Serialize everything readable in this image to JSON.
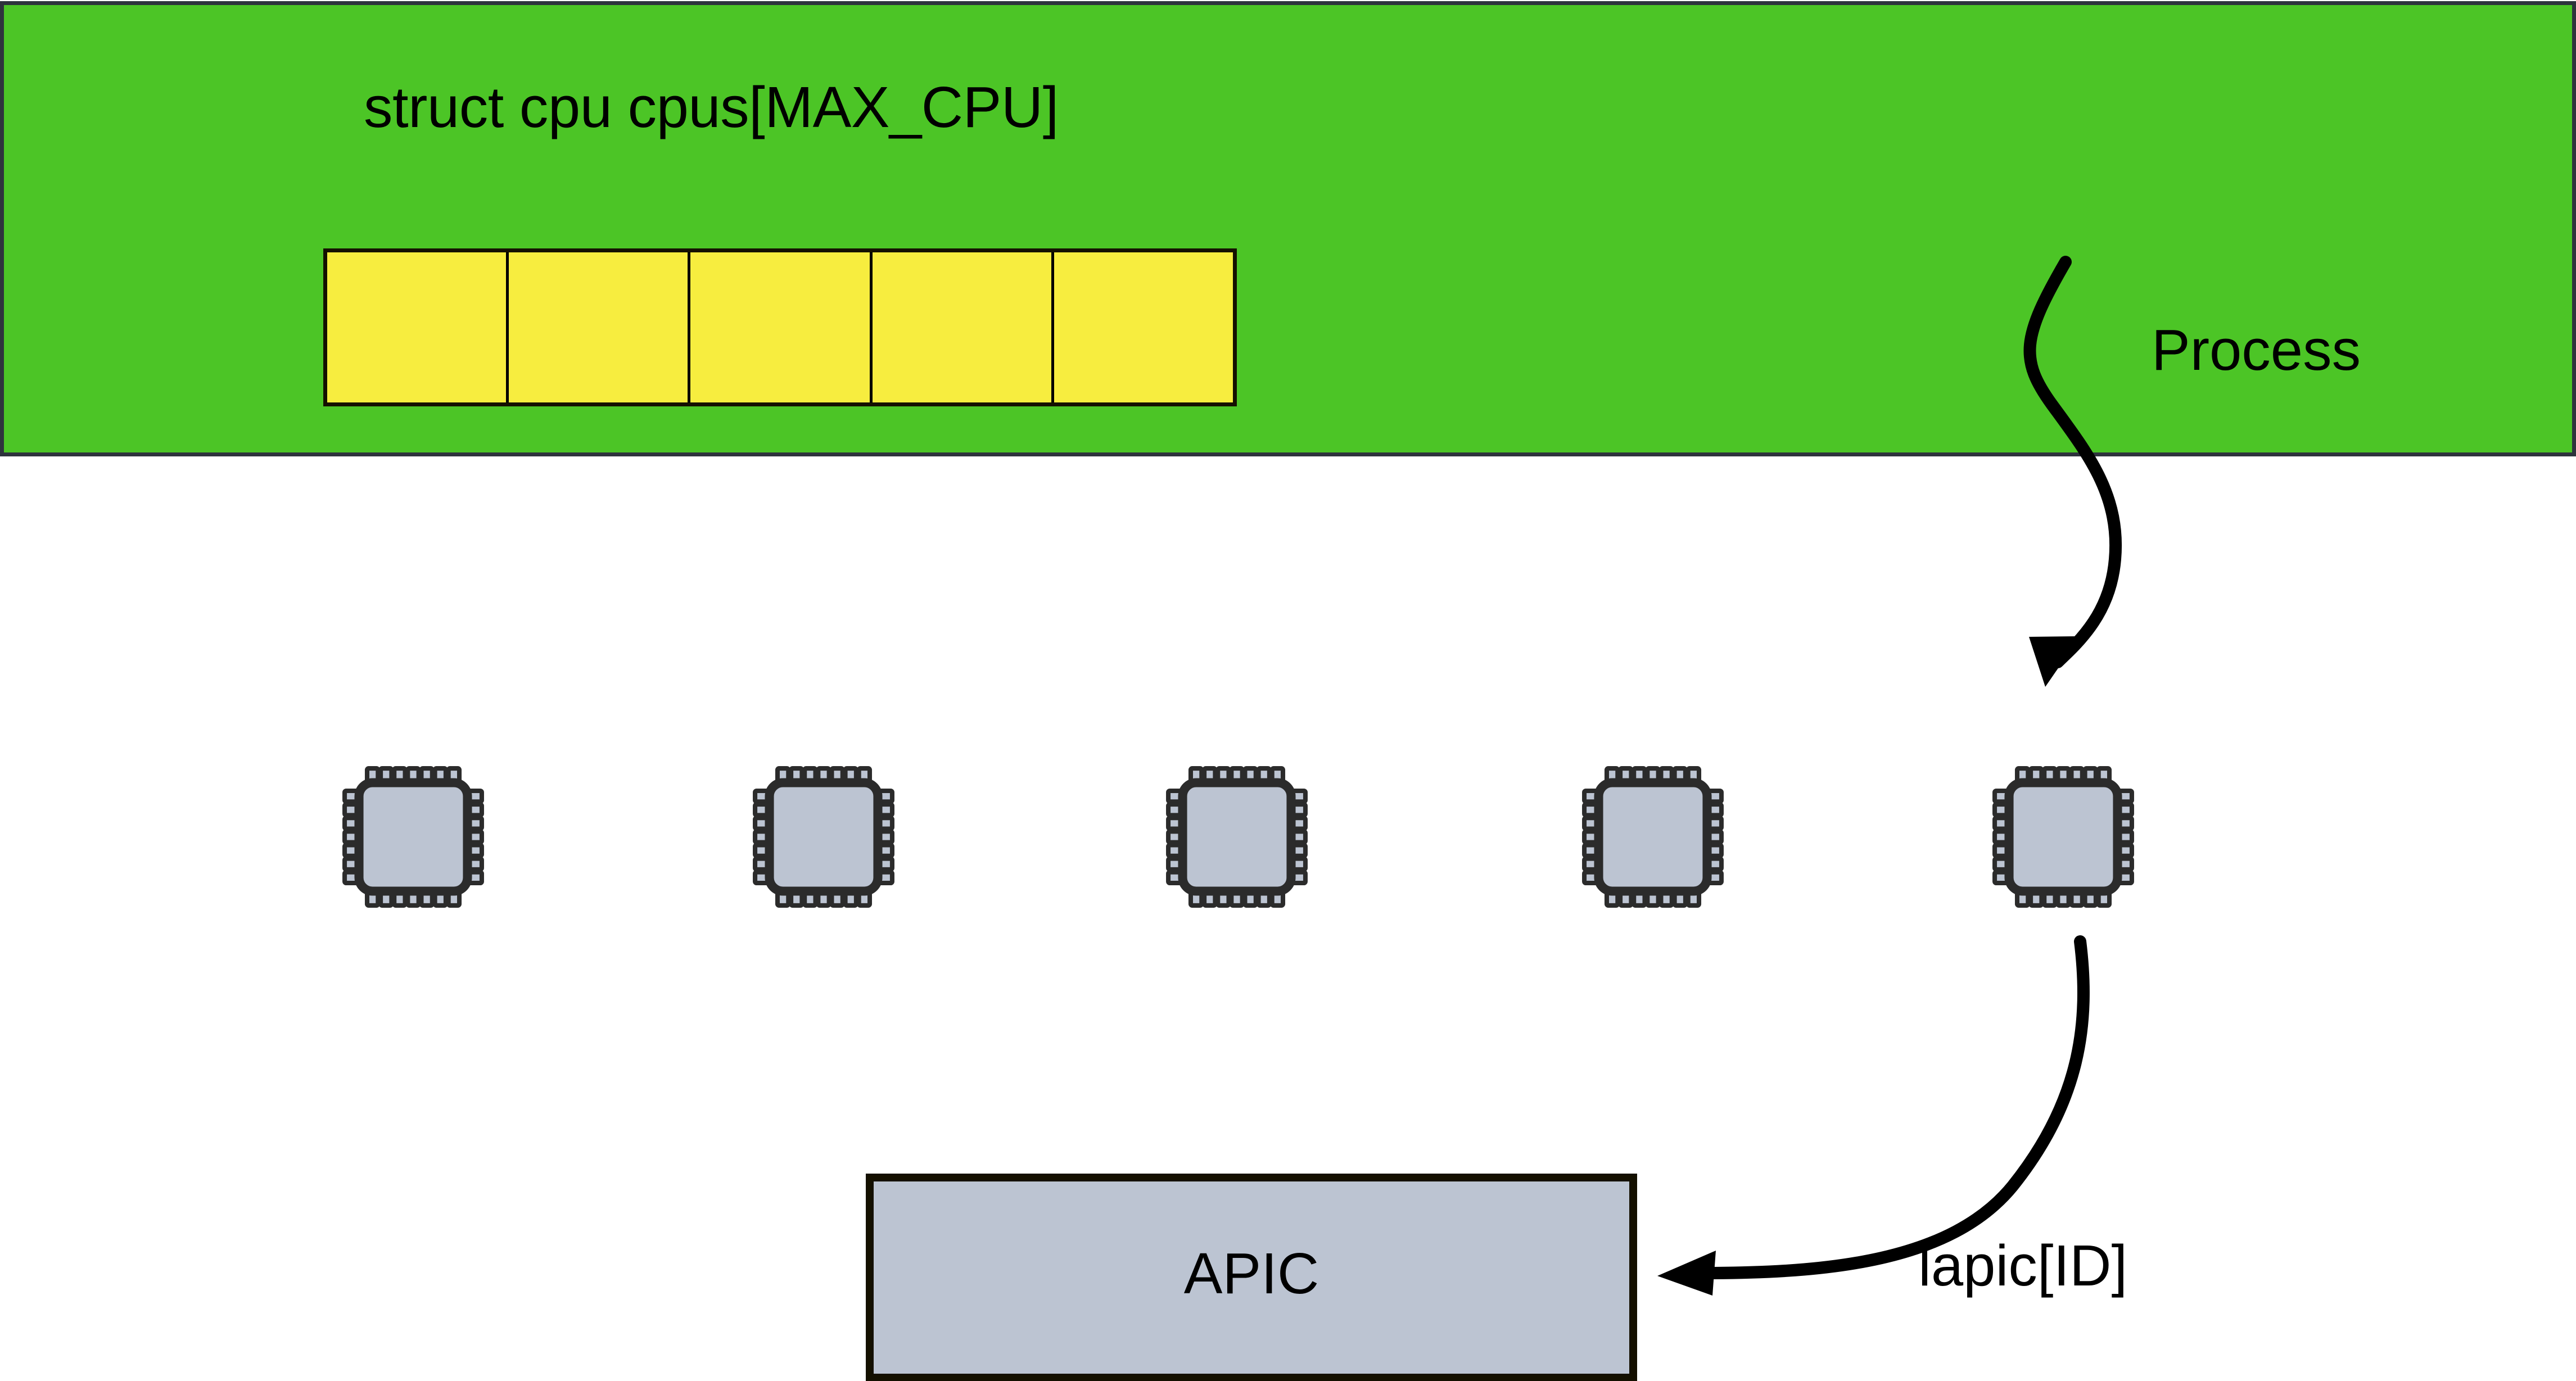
{
  "diagram": {
    "title": "struct cpu cpus[MAX_CPU]",
    "kernel_region": {
      "label": "struct cpu cpus[MAX_CPU]",
      "fill_color": "#4CC526",
      "border_color": "#2E333D"
    },
    "cpus_array": {
      "cell_count": 5,
      "cells": [
        "",
        "",
        "",
        "",
        ""
      ],
      "fill_color": "#F7ED3F",
      "border_color": "#141000"
    },
    "process_arrow": {
      "label": "Process",
      "color": "#000000"
    },
    "cpu_chips": {
      "count": 5,
      "icon_name": "cpu-chip-icon",
      "body_color": "#BCC4D2",
      "outline_color": "#2B2B2B",
      "pin_color": "#BCC4D2",
      "pins_per_side": 7
    },
    "lapic_arrow": {
      "label": "lapic[ID]",
      "color": "#000000"
    },
    "apic_box": {
      "label": "APIC",
      "fill_color": "#BCC4D2",
      "border_color": "#141000"
    }
  }
}
